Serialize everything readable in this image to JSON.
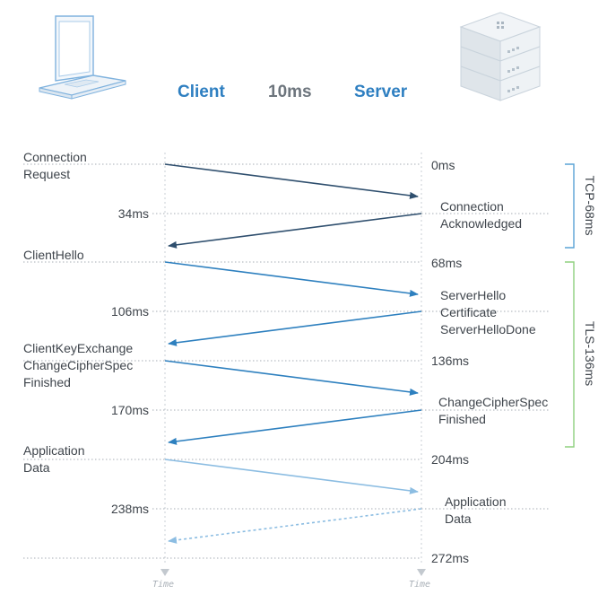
{
  "header": {
    "client_label": "Client",
    "latency_label": "10ms",
    "server_label": "Server",
    "client_icon": "laptop-icon",
    "server_icon": "server-icon"
  },
  "axis": {
    "time_label": "Time"
  },
  "client_events": [
    {
      "id": "connection-request",
      "text": "Connection\nRequest"
    },
    {
      "id": "34ms",
      "text": "34ms"
    },
    {
      "id": "clienthello",
      "text": "ClientHello"
    },
    {
      "id": "106ms",
      "text": "106ms"
    },
    {
      "id": "clientkeyexchange",
      "text": "ClientKeyExchange\nChangeCipherSpec\nFinished"
    },
    {
      "id": "170ms",
      "text": "170ms"
    },
    {
      "id": "application-data",
      "text": "Application\nData"
    },
    {
      "id": "238ms",
      "text": "238ms"
    }
  ],
  "server_events": [
    {
      "id": "0ms",
      "text": "0ms"
    },
    {
      "id": "connection-acknowledged",
      "text": "Connection\nAcknowledged"
    },
    {
      "id": "68ms",
      "text": "68ms"
    },
    {
      "id": "serverhello",
      "text": "ServerHello\nCertificate\nServerHelloDone"
    },
    {
      "id": "136ms",
      "text": "136ms"
    },
    {
      "id": "changecipherspec",
      "text": "ChangeCipherSpec\nFinished"
    },
    {
      "id": "204ms",
      "text": "204ms"
    },
    {
      "id": "application-data",
      "text": "Application\nData"
    },
    {
      "id": "272ms",
      "text": "272ms"
    }
  ],
  "phases": [
    {
      "id": "tcp",
      "text": "TCP-68ms",
      "color": "#5aa3d6"
    },
    {
      "id": "tls",
      "text": "TLS-136ms",
      "color": "#8fd07f"
    }
  ],
  "colors": {
    "client_text": "#2e7fc1",
    "latency_text": "#6d757d",
    "server_text": "#2e7fc1",
    "arrow_tcp": "#2f4f6e",
    "arrow_tls": "#2e80bf",
    "arrow_app": "#8cbde2"
  }
}
